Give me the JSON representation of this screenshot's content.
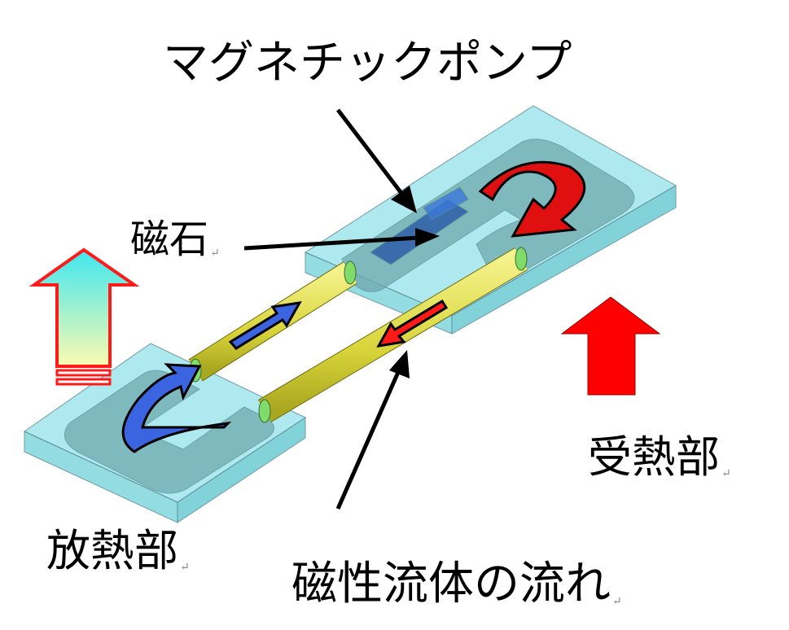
{
  "title": "マグネチックポンプ",
  "labels": {
    "magnet": "磁石",
    "heat_release": "放熱部",
    "heat_receive": "受熱部",
    "flow": "磁性流体の流れ"
  },
  "paragraph_mark": "↵",
  "colors": {
    "block": "#8fe3ea",
    "tube": "#e6e35a",
    "hot_arrow": "#ff1a1a",
    "cold_arrow": "#3a64e0",
    "magnet": "#2a5aa8"
  }
}
